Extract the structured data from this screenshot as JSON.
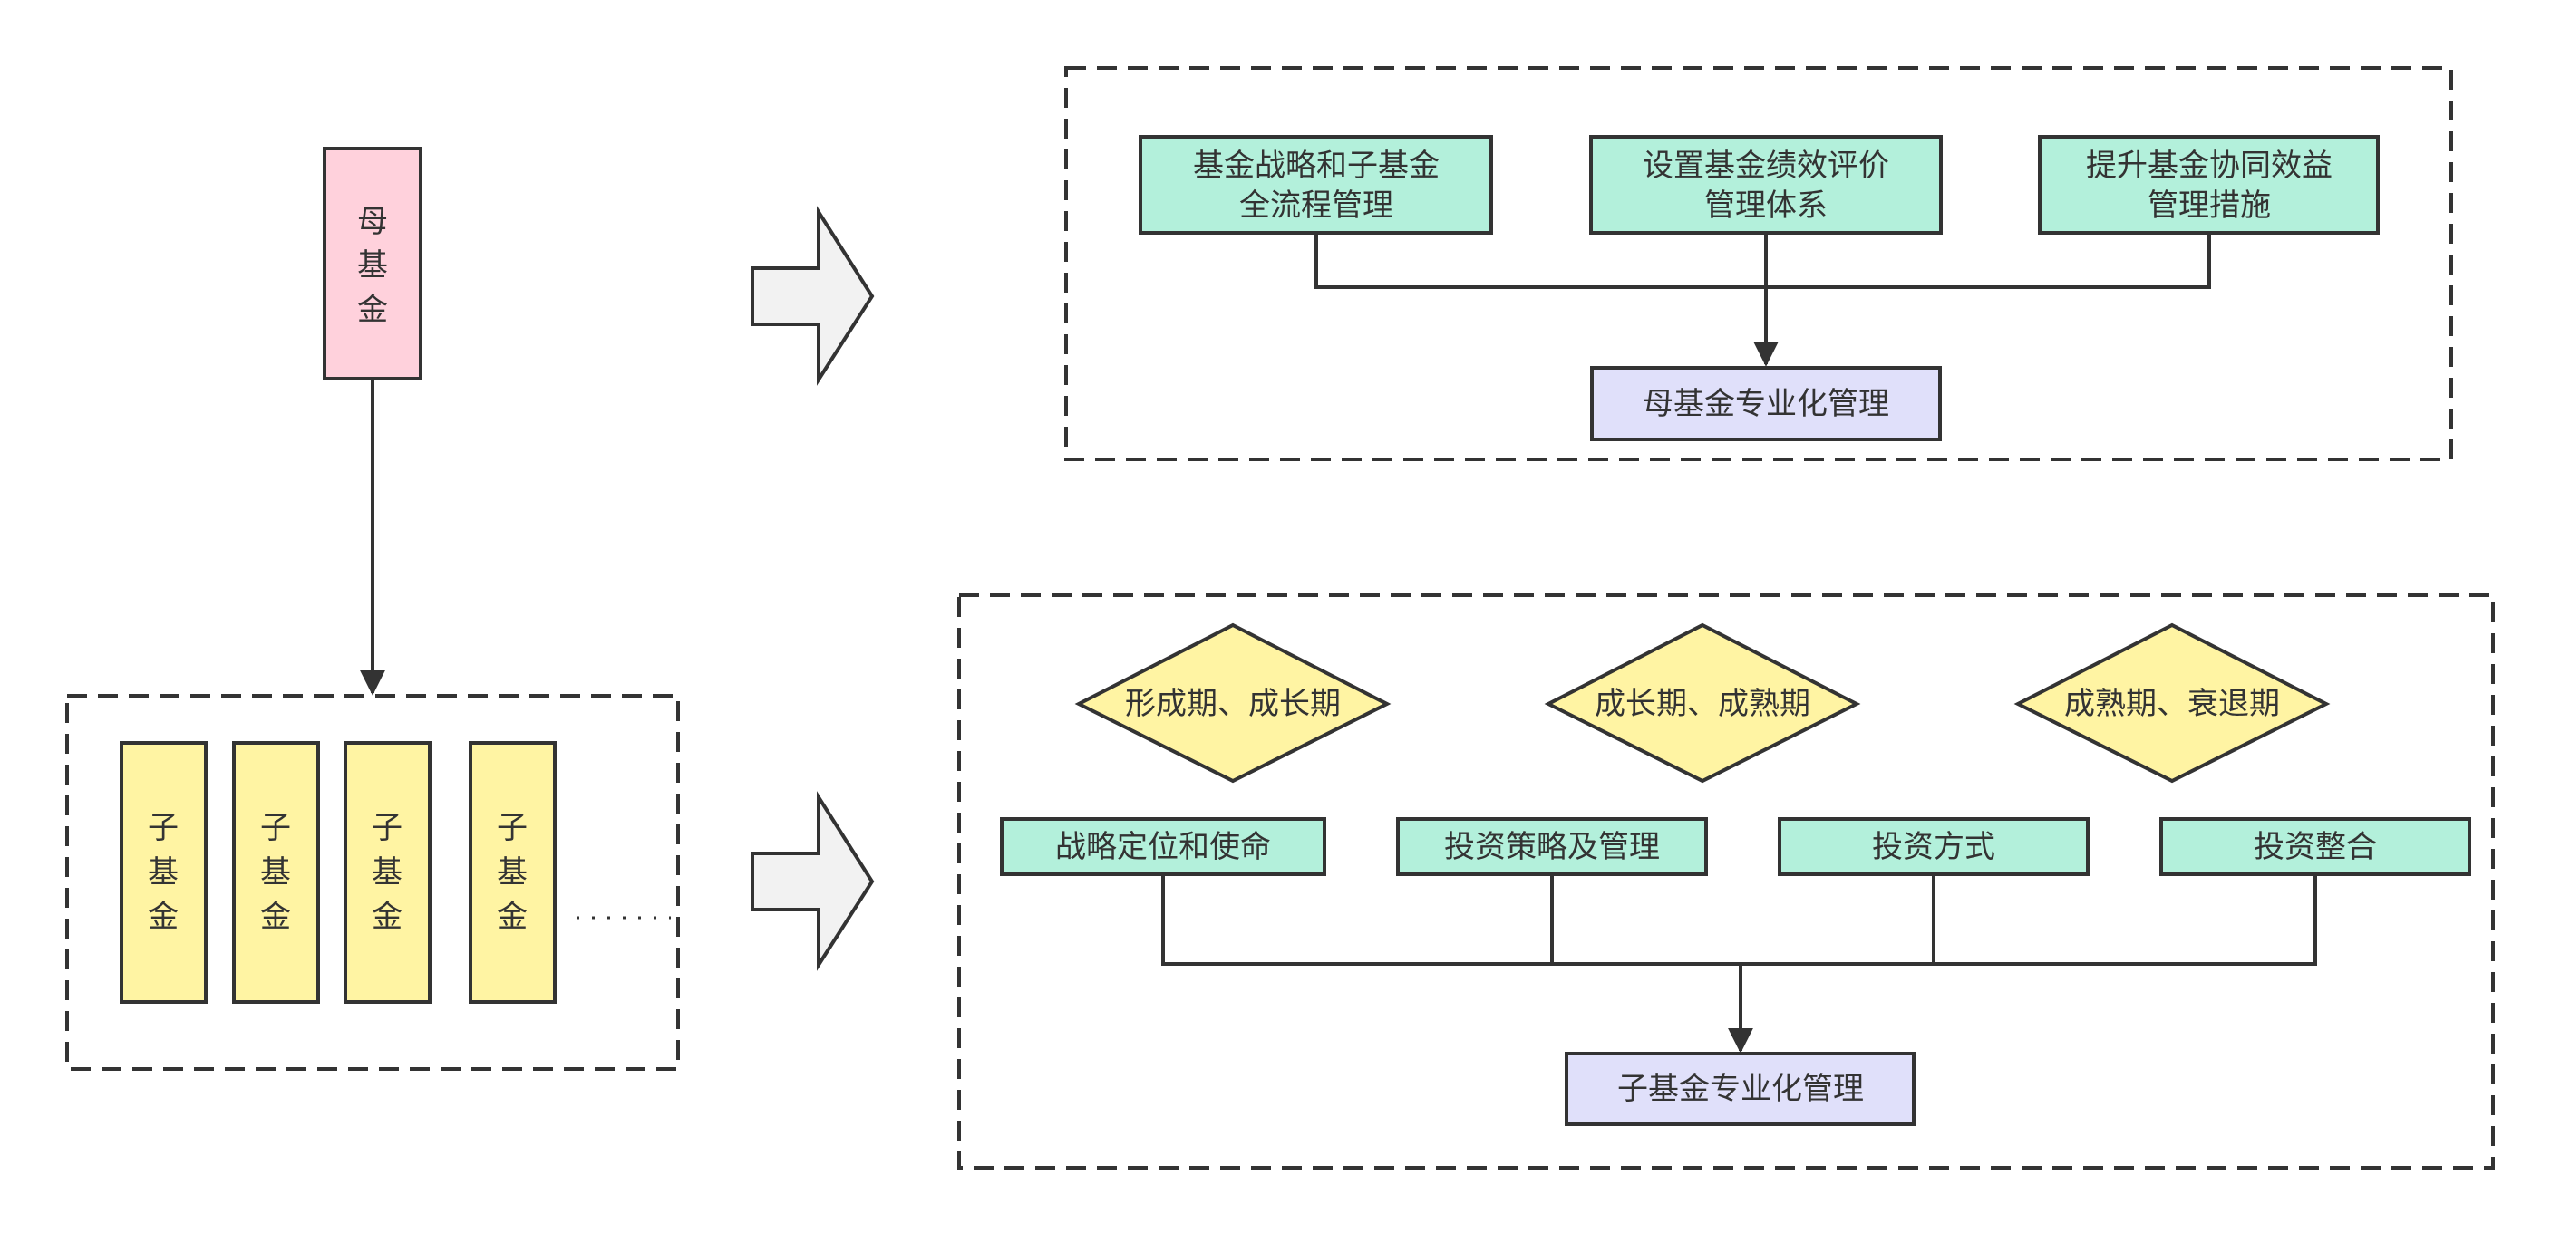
{
  "mother_fund": {
    "label_chars": [
      "母",
      "基",
      "金"
    ]
  },
  "sub_funds": {
    "items": [
      {
        "chars": [
          "子",
          "基",
          "金"
        ]
      },
      {
        "chars": [
          "子",
          "基",
          "金"
        ]
      },
      {
        "chars": [
          "子",
          "基",
          "金"
        ]
      },
      {
        "chars": [
          "子",
          "基",
          "金"
        ]
      }
    ]
  },
  "mother_panel": {
    "measures": [
      {
        "line1": "基金战略和子基金",
        "line2": "全流程管理"
      },
      {
        "line1": "设置基金绩效评价",
        "line2": "管理体系"
      },
      {
        "line1": "提升基金协同效益",
        "line2": "管理措施"
      }
    ],
    "result": "母基金专业化管理"
  },
  "sub_panel": {
    "stages": [
      "形成期、成长期",
      "成长期、成熟期",
      "成熟期、衰退期"
    ],
    "measures": [
      "战略定位和使命",
      "投资策略及管理",
      "投资方式",
      "投资整合"
    ],
    "result": "子基金专业化管理"
  },
  "colors": {
    "mother_fund_fill": "#ffd1dc",
    "sub_fund_fill": "#fff4a3",
    "measure_fill": "#b3f0db",
    "result_fill": "#e0e0fa",
    "stage_fill": "#fff4a3",
    "arrow_fill": "#f2f2f2",
    "stroke": "#333333"
  }
}
